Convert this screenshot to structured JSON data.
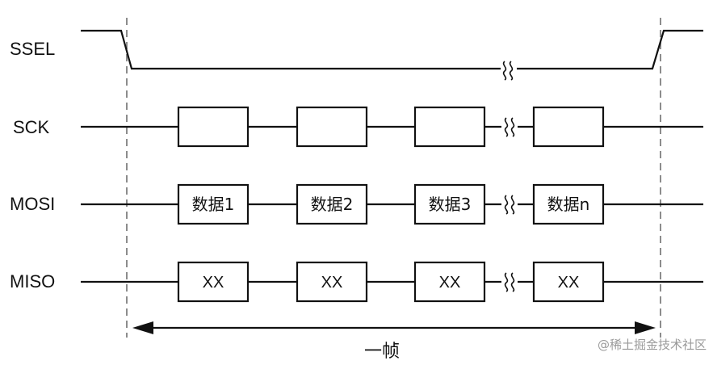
{
  "signals": [
    {
      "id": "ssel",
      "label": "SSEL"
    },
    {
      "id": "sck",
      "label": "SCK"
    },
    {
      "id": "mosi",
      "label": "MOSI"
    },
    {
      "id": "miso",
      "label": "MISO"
    }
  ],
  "mosi_cells": [
    "数据1",
    "数据2",
    "数据3",
    "数据n"
  ],
  "miso_cells": [
    "XX",
    "XX",
    "XX",
    "XX"
  ],
  "frame_label": "一帧",
  "watermark": "@稀土掘金技术社区"
}
